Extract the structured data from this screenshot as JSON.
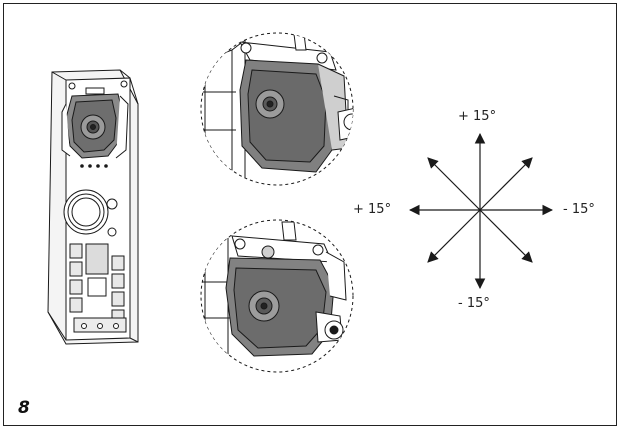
{
  "figure": {
    "number": "8",
    "angle_labels": {
      "up": "+ 15°",
      "down": "- 15°",
      "left": "+ 15°",
      "right": "- 15°"
    }
  },
  "colors": {
    "line": "#1a1a1a",
    "camera_body": "#7d7d7d",
    "camera_shade": "#5e5e5e",
    "panel": "#ffffff"
  },
  "icons": [
    "door-entry-panel-drawing",
    "camera-module-detail-top",
    "camera-module-detail-bottom",
    "tilt-direction-arrows"
  ]
}
